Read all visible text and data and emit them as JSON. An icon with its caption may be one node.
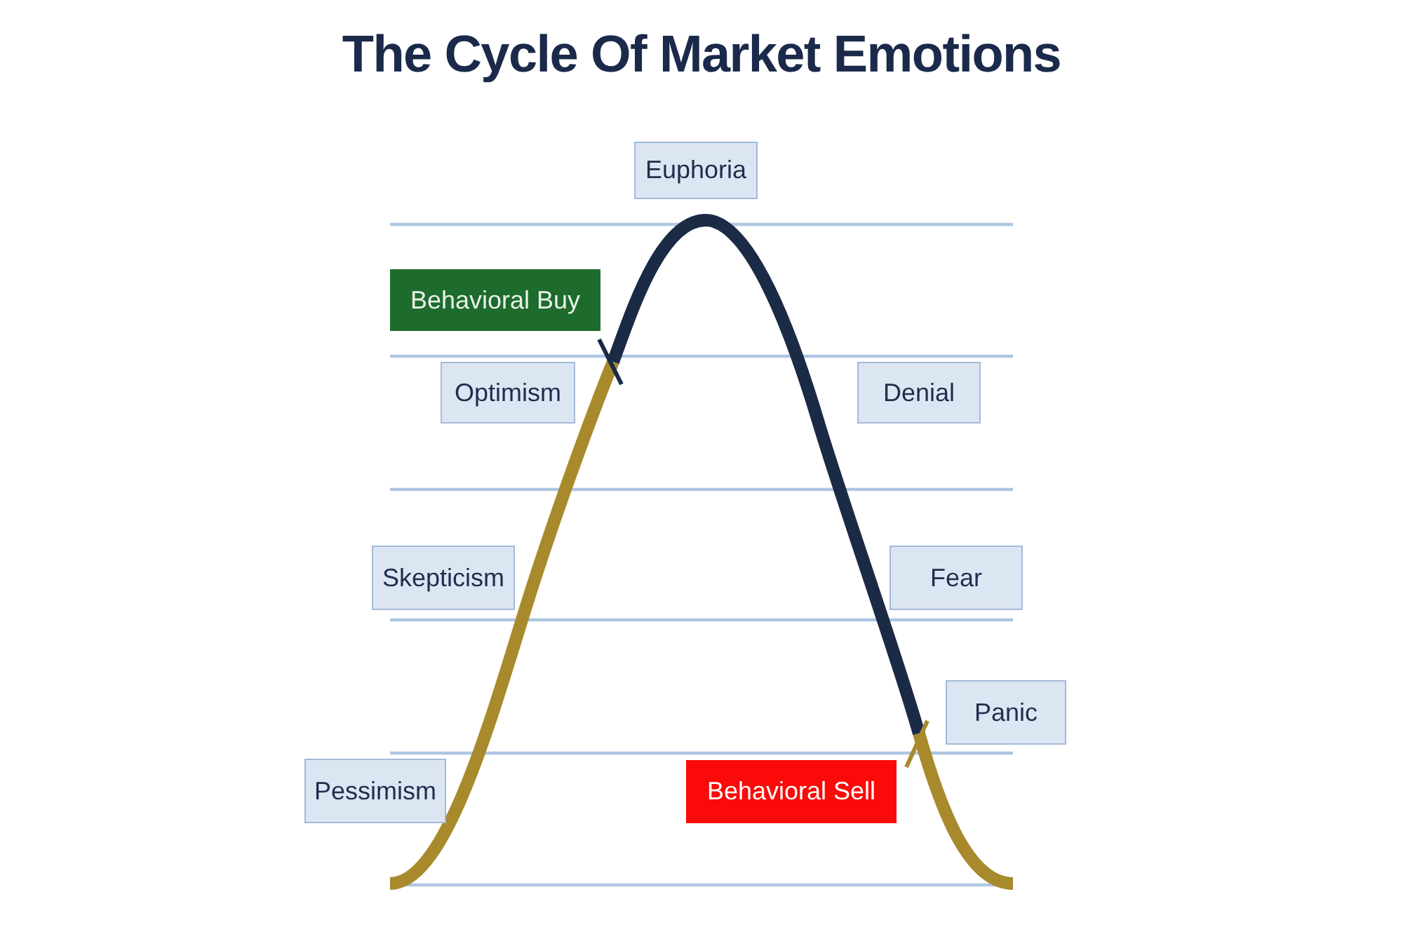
{
  "diagram": {
    "title": "The Cycle Of Market Emotions",
    "nodes": [
      {
        "text": [
          "Euphoria"
        ]
      },
      {
        "text": [
          "Behavioral Buy"
        ]
      },
      {
        "text": [
          "Optimism"
        ]
      },
      {
        "text": [
          "Denial"
        ]
      },
      {
        "text": [
          "Skepticism"
        ]
      },
      {
        "text": [
          "Fear"
        ]
      },
      {
        "text": [
          "Panic"
        ]
      },
      {
        "text": [
          "Pessimism"
        ]
      },
      {
        "text": [
          "Behavioral Sell"
        ]
      }
    ],
    "edges": []
  }
}
